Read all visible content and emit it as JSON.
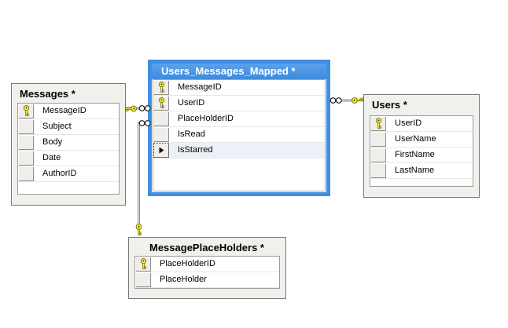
{
  "diagram": {
    "kind": "database-diagram",
    "tables": {
      "users_messages_mapped": {
        "title": "Users_Messages_Mapped *",
        "selected": true,
        "columns": [
          {
            "name": "MessageID",
            "icon": "key"
          },
          {
            "name": "UserID",
            "icon": "key"
          },
          {
            "name": "PlaceHolderID",
            "icon": "none"
          },
          {
            "name": "IsRead",
            "icon": "none"
          },
          {
            "name": "IsStarred",
            "icon": "row-selector",
            "highlighted": true
          }
        ]
      },
      "messages": {
        "title": "Messages *",
        "selected": false,
        "columns": [
          {
            "name": "MessageID",
            "icon": "key"
          },
          {
            "name": "Subject",
            "icon": "none"
          },
          {
            "name": "Body",
            "icon": "none"
          },
          {
            "name": "Date",
            "icon": "none"
          },
          {
            "name": "AuthorID",
            "icon": "none"
          }
        ]
      },
      "users": {
        "title": "Users *",
        "selected": false,
        "columns": [
          {
            "name": "UserID",
            "icon": "key"
          },
          {
            "name": "UserName",
            "icon": "none"
          },
          {
            "name": "FirstName",
            "icon": "none"
          },
          {
            "name": "LastName",
            "icon": "none"
          }
        ]
      },
      "message_place_holders": {
        "title": "MessagePlaceHolders *",
        "selected": false,
        "columns": [
          {
            "name": "PlaceHolderID",
            "icon": "key"
          },
          {
            "name": "PlaceHolder",
            "icon": "none"
          }
        ]
      }
    },
    "relationships": [
      {
        "one": "Messages",
        "many": "Users_Messages_Mapped",
        "cardinality": "one-to-many"
      },
      {
        "one": "Users",
        "many": "Users_Messages_Mapped",
        "cardinality": "one-to-many"
      },
      {
        "one": "MessagePlaceHolders",
        "many": "Users_Messages_Mapped",
        "cardinality": "one-to-many"
      }
    ],
    "colors": {
      "selected_border": "#3F90E2",
      "key_yellow": "#F9EE3A",
      "table_chrome": "#F1F0ED",
      "background": "#FFFFFF"
    }
  }
}
